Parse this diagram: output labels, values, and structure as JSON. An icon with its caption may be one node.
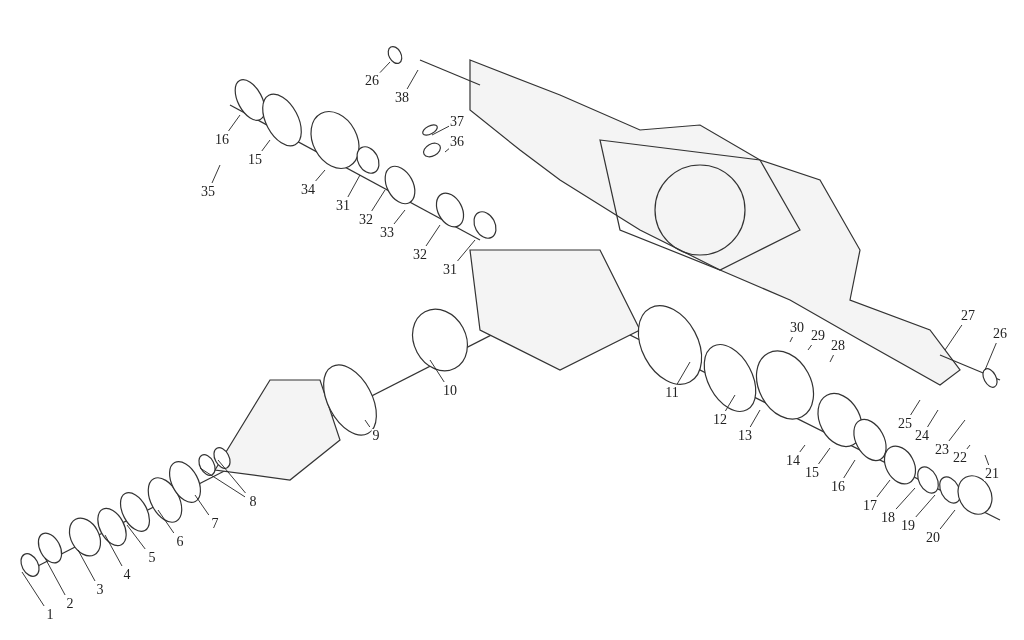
{
  "diagram": {
    "nodes": [
      {
        "text": [
          "26"
        ]
      },
      {
        "text": [
          "38"
        ]
      },
      {
        "text": [
          "37"
        ]
      },
      {
        "text": [
          "16"
        ]
      },
      {
        "text": [
          "36"
        ]
      },
      {
        "text": [
          "15"
        ]
      },
      {
        "text": [
          "35"
        ]
      },
      {
        "text": [
          "34"
        ]
      },
      {
        "text": [
          "31"
        ]
      },
      {
        "text": [
          "32"
        ]
      },
      {
        "text": [
          "33"
        ]
      },
      {
        "text": [
          "32"
        ]
      },
      {
        "text": [
          "31"
        ]
      },
      {
        "text": [
          "30"
        ]
      },
      {
        "text": [
          "27"
        ]
      },
      {
        "text": [
          "29"
        ]
      },
      {
        "text": [
          "26"
        ]
      },
      {
        "text": [
          "28"
        ]
      },
      {
        "text": [
          "10"
        ]
      },
      {
        "text": [
          "11"
        ]
      },
      {
        "text": [
          "12"
        ]
      },
      {
        "text": [
          "9"
        ]
      },
      {
        "text": [
          "13"
        ]
      },
      {
        "text": [
          "25"
        ]
      },
      {
        "text": [
          "24"
        ]
      },
      {
        "text": [
          "23"
        ]
      },
      {
        "text": [
          "22"
        ]
      },
      {
        "text": [
          "14"
        ]
      },
      {
        "text": [
          "15"
        ]
      },
      {
        "text": [
          "21"
        ]
      },
      {
        "text": [
          "16"
        ]
      },
      {
        "text": [
          "8"
        ]
      },
      {
        "text": [
          "17"
        ]
      },
      {
        "text": [
          "18"
        ]
      },
      {
        "text": [
          "19"
        ]
      },
      {
        "text": [
          "7"
        ]
      },
      {
        "text": [
          "20"
        ]
      },
      {
        "text": [
          "6"
        ]
      },
      {
        "text": [
          "5"
        ]
      },
      {
        "text": [
          "4"
        ]
      },
      {
        "text": [
          "3"
        ]
      },
      {
        "text": [
          "2"
        ]
      },
      {
        "text": [
          "1"
        ]
      }
    ],
    "edges": [
      {
        "from": 0,
        "to": null,
        "arrow": "none"
      },
      {
        "from": 1,
        "to": null,
        "arrow": "none"
      },
      {
        "from": 2,
        "to": null,
        "arrow": "none"
      },
      {
        "from": 3,
        "to": null,
        "arrow": "none"
      },
      {
        "from": 4,
        "to": null,
        "arrow": "none"
      },
      {
        "from": 5,
        "to": null,
        "arrow": "none"
      },
      {
        "from": 6,
        "to": null,
        "arrow": "none"
      },
      {
        "from": 7,
        "to": null,
        "arrow": "none"
      },
      {
        "from": 8,
        "to": null,
        "arrow": "none"
      },
      {
        "from": 9,
        "to": null,
        "arrow": "none"
      },
      {
        "from": 10,
        "to": null,
        "arrow": "none"
      },
      {
        "from": 11,
        "to": null,
        "arrow": "none"
      },
      {
        "from": 12,
        "to": null,
        "arrow": "none"
      },
      {
        "from": 13,
        "to": null,
        "arrow": "none"
      },
      {
        "from": 14,
        "to": null,
        "arrow": "none"
      },
      {
        "from": 15,
        "to": null,
        "arrow": "none"
      },
      {
        "from": 16,
        "to": null,
        "arrow": "none"
      },
      {
        "from": 17,
        "to": null,
        "arrow": "none"
      },
      {
        "from": 18,
        "to": null,
        "arrow": "none"
      },
      {
        "from": 19,
        "to": null,
        "arrow": "none"
      },
      {
        "from": 20,
        "to": null,
        "arrow": "none"
      },
      {
        "from": 21,
        "to": null,
        "arrow": "none"
      },
      {
        "from": 22,
        "to": null,
        "arrow": "none"
      },
      {
        "from": 23,
        "to": null,
        "arrow": "none"
      },
      {
        "from": 24,
        "to": null,
        "arrow": "none"
      },
      {
        "from": 25,
        "to": null,
        "arrow": "none"
      },
      {
        "from": 26,
        "to": null,
        "arrow": "none"
      },
      {
        "from": 27,
        "to": null,
        "arrow": "none"
      },
      {
        "from": 28,
        "to": null,
        "arrow": "none"
      },
      {
        "from": 29,
        "to": null,
        "arrow": "none"
      },
      {
        "from": 30,
        "to": null,
        "arrow": "none"
      },
      {
        "from": 31,
        "to": null,
        "arrow": "none"
      },
      {
        "from": 31,
        "to": null,
        "arrow": "none"
      },
      {
        "from": 32,
        "to": null,
        "arrow": "none"
      },
      {
        "from": 33,
        "to": null,
        "arrow": "none"
      },
      {
        "from": 34,
        "to": null,
        "arrow": "none"
      },
      {
        "from": 35,
        "to": null,
        "arrow": "none"
      },
      {
        "from": 36,
        "to": null,
        "arrow": "none"
      },
      {
        "from": 37,
        "to": null,
        "arrow": "none"
      },
      {
        "from": 38,
        "to": null,
        "arrow": "none"
      },
      {
        "from": 39,
        "to": null,
        "arrow": "none"
      },
      {
        "from": 40,
        "to": null,
        "arrow": "none"
      },
      {
        "from": 41,
        "to": null,
        "arrow": "none"
      },
      {
        "from": 42,
        "to": null,
        "arrow": "none"
      }
    ]
  }
}
